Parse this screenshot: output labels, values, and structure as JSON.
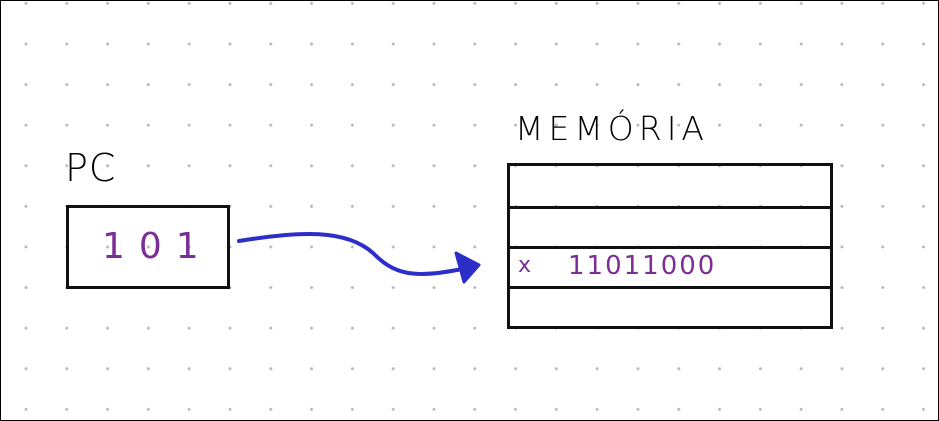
{
  "pc": {
    "label": "PC",
    "value": "101"
  },
  "memory": {
    "label": "MEMÓRIA",
    "rows": [
      {
        "marker": "",
        "bits": ""
      },
      {
        "marker": "",
        "bits": ""
      },
      {
        "marker": "x",
        "bits": "11011000"
      },
      {
        "marker": "",
        "bits": ""
      }
    ]
  },
  "colors": {
    "ink": "#111111",
    "value_ink": "#7b2f96",
    "arrow": "#2d2ec8",
    "grid_dot": "#b8b8b8"
  }
}
